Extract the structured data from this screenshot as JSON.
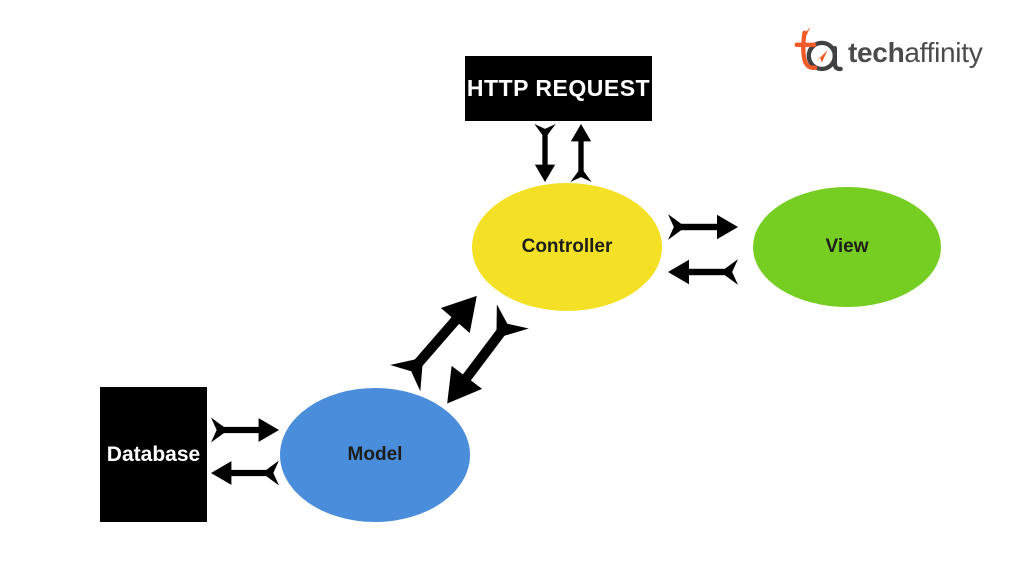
{
  "logo": {
    "brand_bold": "tech",
    "brand_light": "affinity",
    "colors": {
      "orange": "#F05A28",
      "gray": "#4B4B4D"
    }
  },
  "nodes": {
    "http_request": {
      "label": "HTTP REQUEST",
      "shape": "rectangle",
      "bg": "#000000",
      "text_color": "#FFFFFF"
    },
    "controller": {
      "label": "Controller",
      "shape": "ellipse",
      "bg": "#F4E125",
      "text_color": "#1D1D1B"
    },
    "view": {
      "label": "View",
      "shape": "ellipse",
      "bg": "#77CE23",
      "text_color": "#1D1D1B"
    },
    "model": {
      "label": "Model",
      "shape": "ellipse",
      "bg": "#4A8EDB",
      "text_color": "#1D1D1B"
    },
    "database": {
      "label": "Database",
      "shape": "rectangle",
      "bg": "#000000",
      "text_color": "#FFFFFF"
    }
  },
  "connections": [
    {
      "from": "http_request",
      "to": "controller",
      "type": "bidirectional-double-arrow"
    },
    {
      "from": "controller",
      "to": "view",
      "type": "bidirectional-double-arrow"
    },
    {
      "from": "model",
      "to": "controller",
      "type": "bidirectional-double-arrow"
    },
    {
      "from": "database",
      "to": "model",
      "type": "bidirectional-double-arrow"
    }
  ],
  "arrow_color": "#000000"
}
